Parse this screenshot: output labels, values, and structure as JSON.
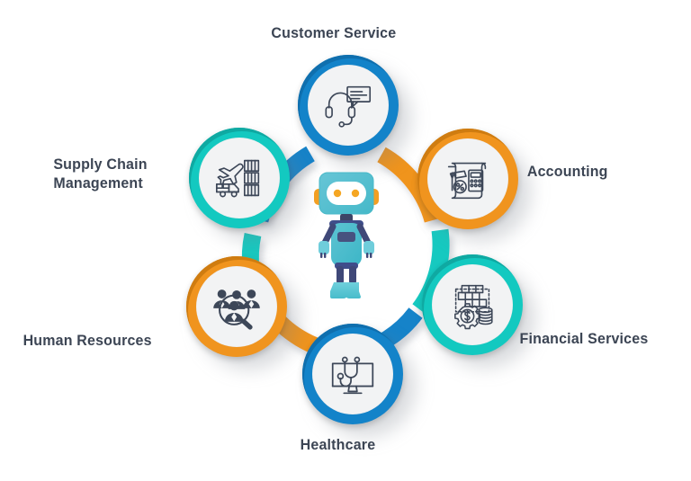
{
  "diagram": {
    "title": "AI Chatbot Industry Applications Wheel",
    "center": {
      "icon": "robot-icon",
      "alt": "robot"
    },
    "colors": {
      "blue": "#1383c9",
      "orange": "#f0941e",
      "teal": "#13c9c0",
      "label_text": "#3c4554",
      "icon_stroke": "#3d4758",
      "circle_fill": "#f2f3f4",
      "background": "#ffffff"
    },
    "nodes": [
      {
        "id": "customer-service",
        "label": "Customer Service",
        "color": "blue",
        "icon": "headset-chat-icon",
        "position": "top"
      },
      {
        "id": "accounting",
        "label": "Accounting",
        "color": "orange",
        "icon": "invoice-calculator-icon",
        "position": "top-right"
      },
      {
        "id": "financial-services",
        "label": "Financial Services",
        "color": "teal",
        "icon": "money-gear-coins-icon",
        "position": "bottom-right"
      },
      {
        "id": "healthcare",
        "label": "Healthcare",
        "color": "blue",
        "icon": "monitor-stethoscope-icon",
        "position": "bottom"
      },
      {
        "id": "human-resources",
        "label": "Human Resources",
        "color": "orange",
        "icon": "people-search-icon",
        "position": "bottom-left"
      },
      {
        "id": "supply-chain-management",
        "label": "Supply Chain\nManagement",
        "color": "teal",
        "icon": "plane-truck-cargo-icon",
        "position": "top-left"
      }
    ],
    "connectors": [
      {
        "from": "supply-chain-management",
        "to": "customer-service",
        "color": "blue"
      },
      {
        "from": "customer-service",
        "to": "accounting",
        "color": "orange"
      },
      {
        "from": "accounting",
        "to": "financial-services",
        "color": "teal"
      },
      {
        "from": "financial-services",
        "to": "healthcare",
        "color": "blue"
      },
      {
        "from": "healthcare",
        "to": "human-resources",
        "color": "orange"
      },
      {
        "from": "human-resources",
        "to": "supply-chain-management",
        "color": "teal"
      }
    ]
  }
}
